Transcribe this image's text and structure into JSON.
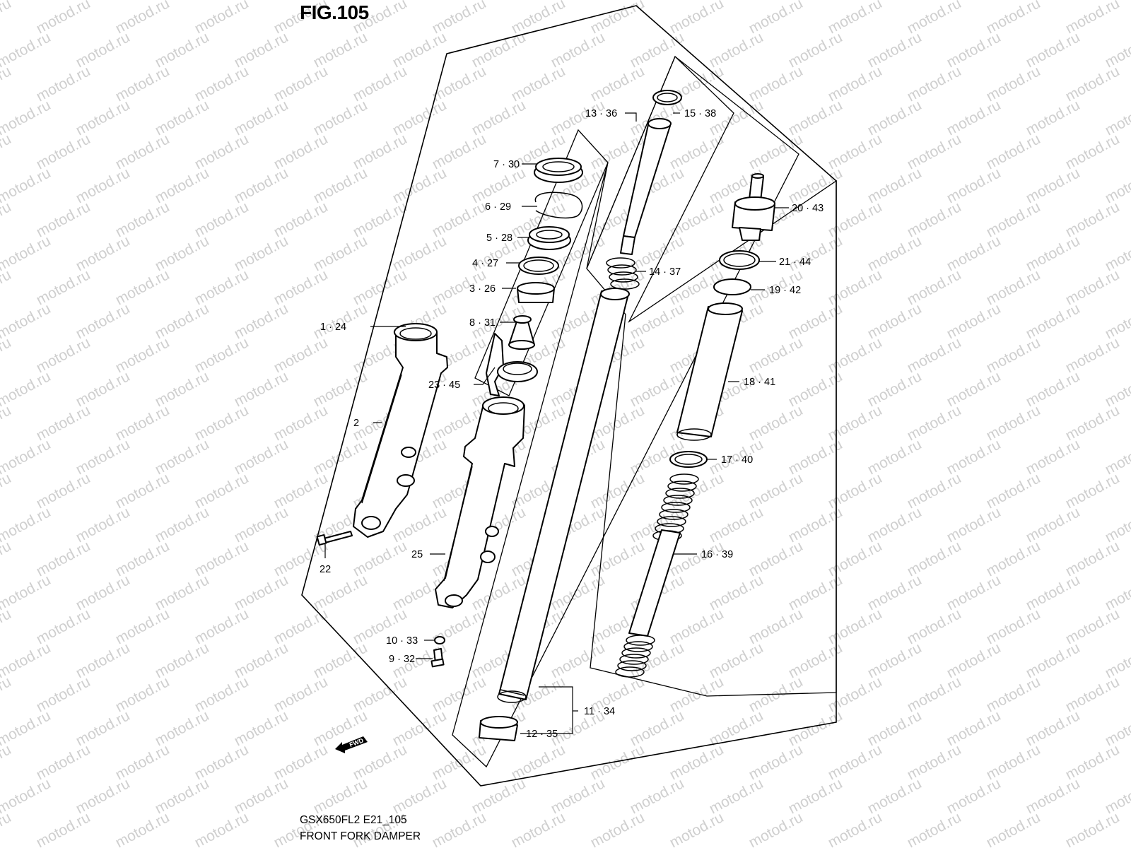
{
  "figure": {
    "title": "FIG.105",
    "model_code": "GSX650FL2 E21_105",
    "name": "FRONT FORK DAMPER",
    "direction_badge": "FWD",
    "watermark": "motod.ru"
  },
  "callouts": {
    "c1": "1 · 24",
    "c2": "2",
    "c3": "3 · 26",
    "c4": "4 · 27",
    "c5": "5 · 28",
    "c6": "6 · 29",
    "c7": "7 · 30",
    "c8": "8 · 31",
    "c9": "9 · 32",
    "c10": "10 · 33",
    "c11": "11 · 34",
    "c12": "12 · 35",
    "c13": "13 · 36",
    "c14": "14 · 37",
    "c15": "15 · 38",
    "c16": "16 · 39",
    "c17": "17 · 40",
    "c18": "18 · 41",
    "c19": "19 · 42",
    "c20": "20 · 43",
    "c21": "21 · 44",
    "c22": "22",
    "c23": "23 · 45",
    "c25": "25"
  }
}
